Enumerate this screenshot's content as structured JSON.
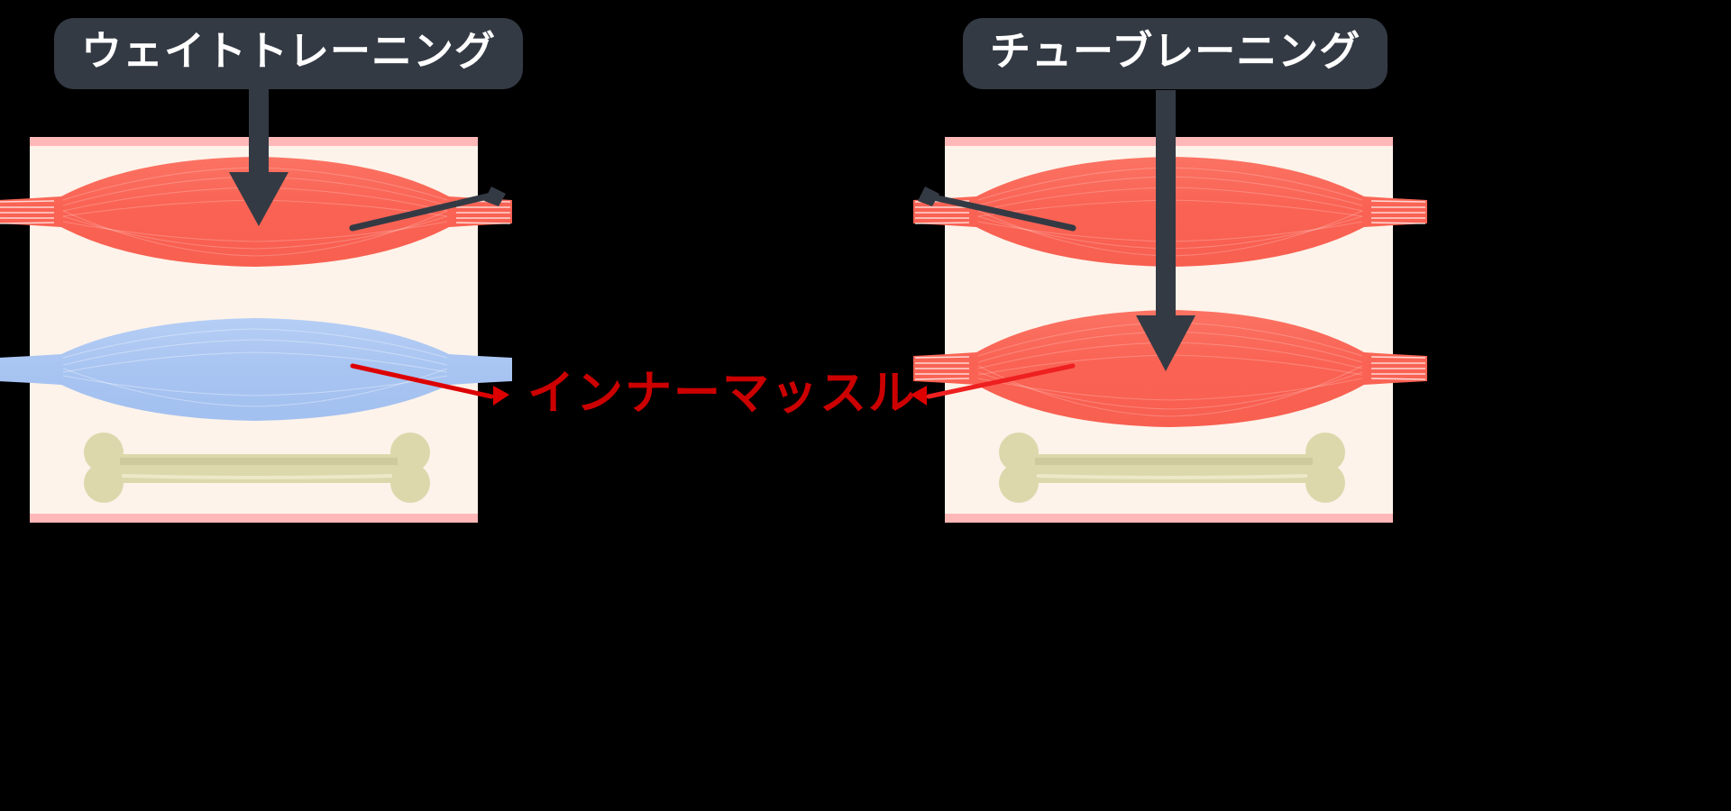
{
  "figure": {
    "title_note": "weight training vs tube training muscle cross-section comparison",
    "background_color": "#000000"
  },
  "colors": {
    "callout_bg": "#343a44",
    "callout_text": "#ffffff",
    "panel_bg": "#fdf3ea",
    "skin_band": "#ffb8b8",
    "outer_muscle_red": "#fa6a5a",
    "inner_muscle_blue": "#aac6f2",
    "inner_muscle_red": "#fa6a5a",
    "bone": "#dcd8ac",
    "bone_shade": "#cdc89a",
    "label_red": "#cc0000",
    "pointer_dark": "#343a44",
    "pointer_red": "#e01010"
  },
  "panels": [
    {
      "id": "left",
      "callout_label": "ウェイトトレーニング",
      "arrow_direction": "down",
      "layers": [
        {
          "name": "outer-muscle",
          "type": "muscle",
          "color": "#fa6a5a",
          "state": "enlarged"
        },
        {
          "name": "inner-muscle",
          "type": "muscle",
          "color": "#aac6f2",
          "state": "not-trained"
        },
        {
          "name": "bone",
          "type": "bone",
          "color": "#dcd8ac"
        }
      ],
      "pointer_to": "outer-muscle",
      "pointer_color": "#343a44"
    },
    {
      "id": "right",
      "callout_label": "チューブレーニング",
      "arrow_direction": "down",
      "layers": [
        {
          "name": "outer-muscle",
          "type": "muscle",
          "color": "#fa6a5a",
          "state": "enlarged"
        },
        {
          "name": "inner-muscle",
          "type": "muscle",
          "color": "#fa6a5a",
          "state": "trained"
        },
        {
          "name": "bone",
          "type": "bone",
          "color": "#dcd8ac"
        }
      ],
      "pointer_to": "outer-muscle",
      "pointer_color": "#343a44"
    }
  ],
  "center_label": {
    "text": "インナーマッスル",
    "color": "#cc0000",
    "arrow_left": "◀",
    "arrow_right": "◀"
  }
}
